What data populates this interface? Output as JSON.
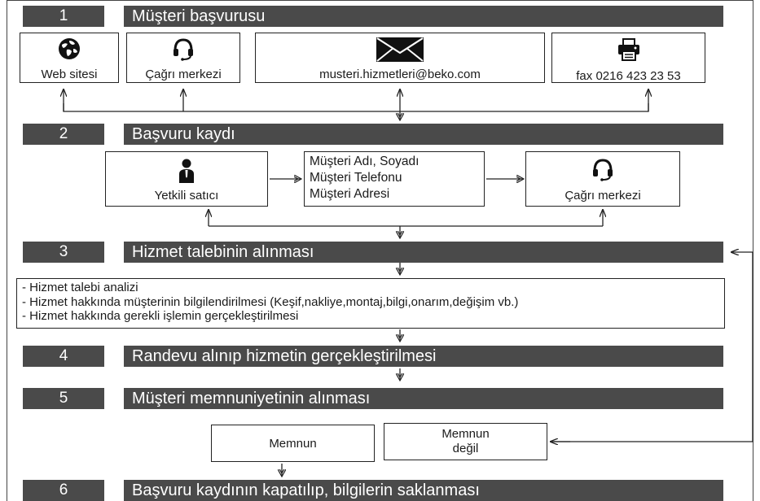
{
  "steps": [
    {
      "num": "1",
      "title": "Müşteri başvurusu"
    },
    {
      "num": "2",
      "title": "Başvuru kaydı"
    },
    {
      "num": "3",
      "title": "Hizmet talebinin alınması"
    },
    {
      "num": "4",
      "title": "Randevu alınıp hizmetin gerçekleştirilmesi"
    },
    {
      "num": "5",
      "title": "Müşteri memnuniyetinin alınması"
    },
    {
      "num": "6",
      "title": "Başvuru kaydının kapatılıp, bilgilerin saklanması"
    }
  ],
  "channels": [
    {
      "label": "Web sitesi",
      "icon": "globe-icon"
    },
    {
      "label": "Çağrı merkezi",
      "icon": "headset-icon"
    },
    {
      "label": "musteri.hizmetleri@beko.com",
      "icon": "envelope-icon"
    },
    {
      "label": "fax 0216 423 23 53",
      "icon": "fax-icon"
    }
  ],
  "registration": {
    "dealer": {
      "label": "Yetkili satıcı",
      "icon": "person-icon"
    },
    "customer_info": [
      "Müşteri Adı, Soyadı",
      "Müşteri Telefonu",
      "Müşteri Adresi"
    ],
    "call_center": {
      "label": "Çağrı merkezi",
      "icon": "headset-icon"
    }
  },
  "service_tasks": [
    "- Hizmet talebi analizi",
    "- Hizmet hakkında müşterinin bilgilendirilmesi (Keşif,nakliye,montaj,bilgi,onarım,değişim vb.)",
    "- Hizmet hakkında gerekli işlemin gerçekleştirilmesi"
  ],
  "satisfaction": {
    "satisfied": "Memnun",
    "not_satisfied": [
      "Memnun",
      "değil"
    ]
  },
  "colors": {
    "bar": "#4a4a4a",
    "bar_text": "#ffffff"
  }
}
